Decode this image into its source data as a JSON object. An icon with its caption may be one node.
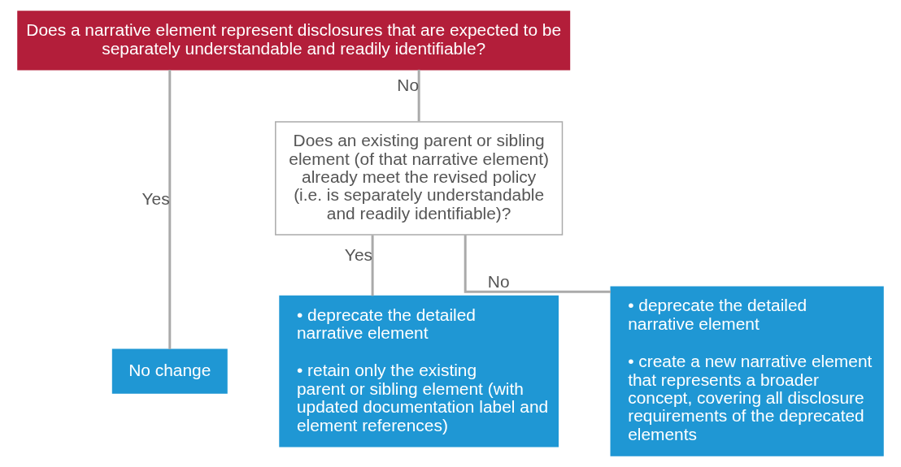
{
  "diagram": {
    "nodes": [
      {
        "text": [
          "Does a narrative element represent disclosures that are expected to be separately understandable and readily identifiable?"
        ]
      },
      {
        "text": [
          "No change"
        ]
      },
      {
        "text": [
          "Does an existing parent or sibling element (of that narrative element) already meet the revised policy (i.e. is separately understandable and readily identifiable)?"
        ]
      },
      {
        "text": [
          "• deprecate the detailed narrative element",
          "• retain only the existing parent or sibling element (with updated documentation label and element references)"
        ]
      },
      {
        "text": [
          "• deprecate the detailed narrative element",
          "• create a new narrative element that represents a broader concept, covering all disclosure requirements of the deprecated elements"
        ]
      }
    ],
    "edges": [
      {
        "from": 0,
        "to": 1,
        "arrow": "none",
        "label": "Yes"
      },
      {
        "from": 0,
        "to": 2,
        "arrow": "none",
        "label": "No"
      },
      {
        "from": 2,
        "to": 3,
        "arrow": "none",
        "label": "Yes"
      },
      {
        "from": 2,
        "to": 4,
        "arrow": "none",
        "label": "No"
      }
    ]
  }
}
